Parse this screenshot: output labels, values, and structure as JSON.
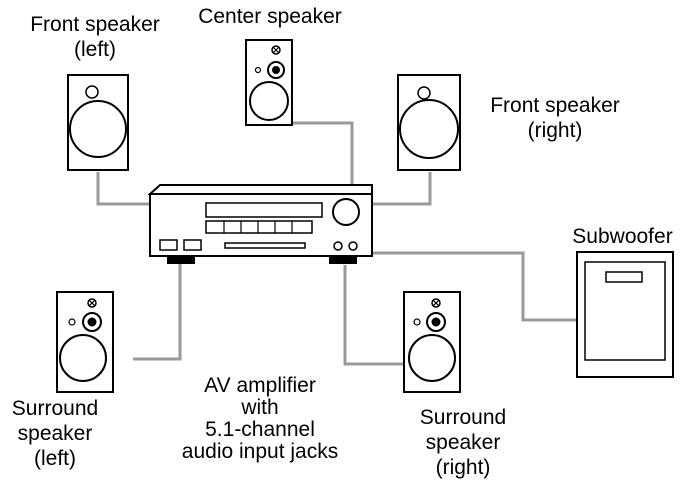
{
  "labels": {
    "front_left": "Front speaker\n(left)",
    "center": "Center speaker",
    "front_right": "Front speaker\n(right)",
    "subwoofer": "Subwoofer",
    "surround_left": "Surround\nspeaker\n(left)",
    "amplifier": "AV amplifier\nwith\n5.1-channel\naudio input jacks",
    "surround_right": "Surround\nspeaker\n(right)"
  },
  "colors": {
    "outline": "#000000",
    "wire": "#9a9a9a",
    "background": "#ffffff"
  }
}
